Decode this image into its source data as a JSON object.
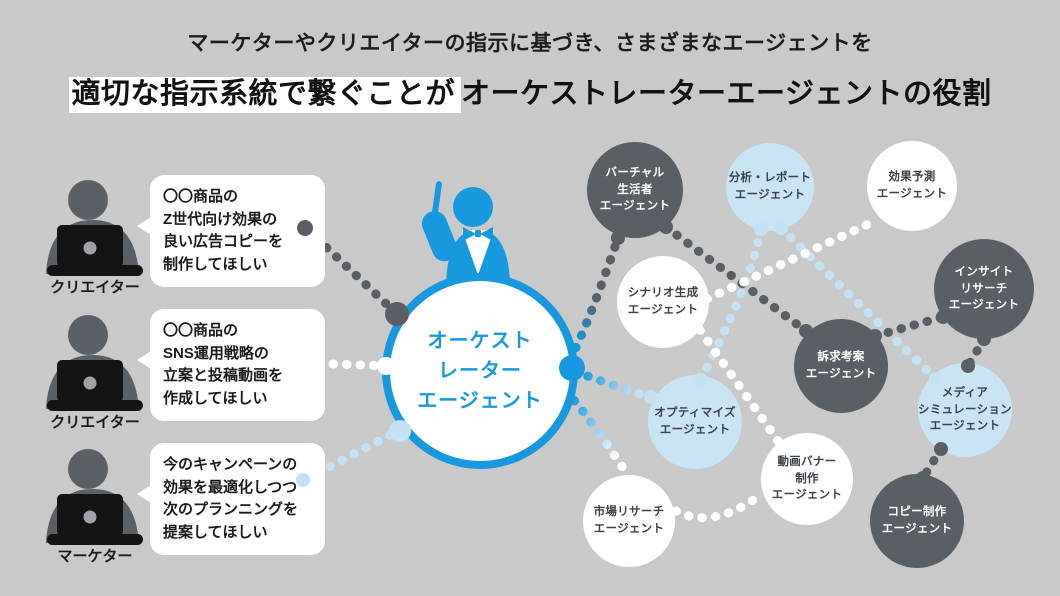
{
  "title": {
    "line1": "マーケターやクリエイターの指示に基づき、さまざまなエージェントを",
    "line2_highlight": "適切な指示系統で繋ぐことが",
    "line2_rest": "オーケストレーターエージェントの役割"
  },
  "people": [
    {
      "label": "クリエイター",
      "bubble": "〇〇商品の\nZ世代向け効果の\n良い広告コピーを\n制作してほしい"
    },
    {
      "label": "クリエイター",
      "bubble": "〇〇商品の\nSNS運用戦略の\n立案と投稿動画を\n作成してほしい"
    },
    {
      "label": "マーケター",
      "bubble": "今のキャンペーンの\n効果を最適化しつつ\n次のプランニングを\n提案してほしい"
    }
  ],
  "orchestrator": {
    "label": "オーケスト\nレーター\nエージェント"
  },
  "agents": [
    {
      "id": "virtual-consumer",
      "label": "バーチャル\n生活者\nエージェント",
      "variant": "dark"
    },
    {
      "id": "analysis-report",
      "label": "分析・レポート\nエージェント",
      "variant": "light"
    },
    {
      "id": "effect-forecast",
      "label": "効果予測\nエージェント",
      "variant": "white"
    },
    {
      "id": "scenario-generation",
      "label": "シナリオ生成\nエージェント",
      "variant": "white"
    },
    {
      "id": "insight-research",
      "label": "インサイト\nリサーチ\nエージェント",
      "variant": "dark"
    },
    {
      "id": "appeal-ideation",
      "label": "訴求考案\nエージェント",
      "variant": "dark"
    },
    {
      "id": "optimize",
      "label": "オプティマイズ\nエージェント",
      "variant": "light"
    },
    {
      "id": "media-simulation",
      "label": "メディア\nシミュレーション\nエージェント",
      "variant": "light"
    },
    {
      "id": "video-banner-production",
      "label": "動画バナー\n制作\nエージェント",
      "variant": "white"
    },
    {
      "id": "market-research",
      "label": "市場リサーチ\nエージェント",
      "variant": "white"
    },
    {
      "id": "copy-production",
      "label": "コピー制作\nエージェント",
      "variant": "dark"
    }
  ],
  "connections": [
    {
      "from": "creator-1-bubble",
      "to": "orchestrator",
      "color": "#5a5f66"
    },
    {
      "from": "creator-2-bubble",
      "to": "orchestrator",
      "color": "#ffffff"
    },
    {
      "from": "marketer-bubble",
      "to": "orchestrator",
      "color": "#c4e2f4"
    },
    {
      "from": "orchestrator",
      "to": "virtual-consumer",
      "color": "#1799df>#5a5f66"
    },
    {
      "from": "orchestrator",
      "to": "optimize",
      "color": "#1799df>#c4e2f4"
    },
    {
      "from": "orchestrator",
      "to": "market-research",
      "color": "#1799df>#ffffff"
    },
    {
      "from": "virtual-consumer",
      "to": "appeal-ideation",
      "color": "#5a5f66"
    },
    {
      "from": "analysis-report",
      "to": "optimize",
      "color": "#c4e2f4"
    },
    {
      "from": "analysis-report",
      "to": "media-simulation",
      "color": "#c4e2f4"
    },
    {
      "from": "scenario-generation",
      "to": "effect-forecast",
      "color": "#ffffff"
    },
    {
      "from": "scenario-generation",
      "to": "video-banner-production",
      "color": "#ffffff"
    },
    {
      "from": "appeal-ideation",
      "to": "insight-research",
      "color": "#5a5f66"
    },
    {
      "from": "insight-research",
      "to": "media-simulation",
      "color": "#5a5f66"
    },
    {
      "from": "media-simulation",
      "to": "copy-production",
      "color": "#5a5f66"
    },
    {
      "from": "market-research",
      "to": "video-banner-production",
      "color": "#ffffff"
    }
  ],
  "colors": {
    "background": "#c9c9c9",
    "accent_blue": "#1799df",
    "dark_gray": "#5a5f66",
    "light_blue": "#c8e4f5",
    "chain_light_blue": "#c4e2f4",
    "text_dark": "#1a1a1a"
  }
}
